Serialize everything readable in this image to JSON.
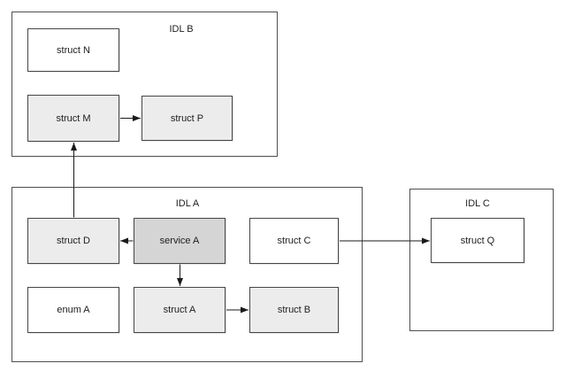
{
  "diagram": {
    "clusters": {
      "idlB": {
        "label": "IDL B"
      },
      "idlA": {
        "label": "IDL A"
      },
      "idlC": {
        "label": "IDL C"
      }
    },
    "nodes": {
      "structN": {
        "label": "struct N",
        "fill": "#ffffff"
      },
      "structM": {
        "label": "struct M",
        "fill": "#ececec"
      },
      "structP": {
        "label": "struct P",
        "fill": "#ececec"
      },
      "structD": {
        "label": "struct D",
        "fill": "#ececec"
      },
      "serviceA": {
        "label": "service A",
        "fill": "#d5d5d5"
      },
      "structC": {
        "label": "struct C",
        "fill": "#ffffff"
      },
      "enumA": {
        "label": "enum A",
        "fill": "#ffffff"
      },
      "structA": {
        "label": "struct A",
        "fill": "#ececec"
      },
      "structB": {
        "label": "struct B",
        "fill": "#ececec"
      },
      "structQ": {
        "label": "struct Q",
        "fill": "#ffffff"
      }
    },
    "edges": [
      {
        "from": "struct M",
        "to": "struct P"
      },
      {
        "from": "struct D",
        "to": "struct M"
      },
      {
        "from": "service A",
        "to": "struct D"
      },
      {
        "from": "service A",
        "to": "struct A"
      },
      {
        "from": "struct A",
        "to": "struct B"
      },
      {
        "from": "struct C",
        "to": "struct Q"
      }
    ],
    "colors": {
      "background": "#ffffff",
      "cluster_border": "#4f4f4f",
      "node_border": "#464646",
      "node_fill_light": "#ececec",
      "node_fill_service": "#d5d5d5",
      "arrow": "#1a1a1a",
      "text": "#1d1d1d"
    }
  }
}
